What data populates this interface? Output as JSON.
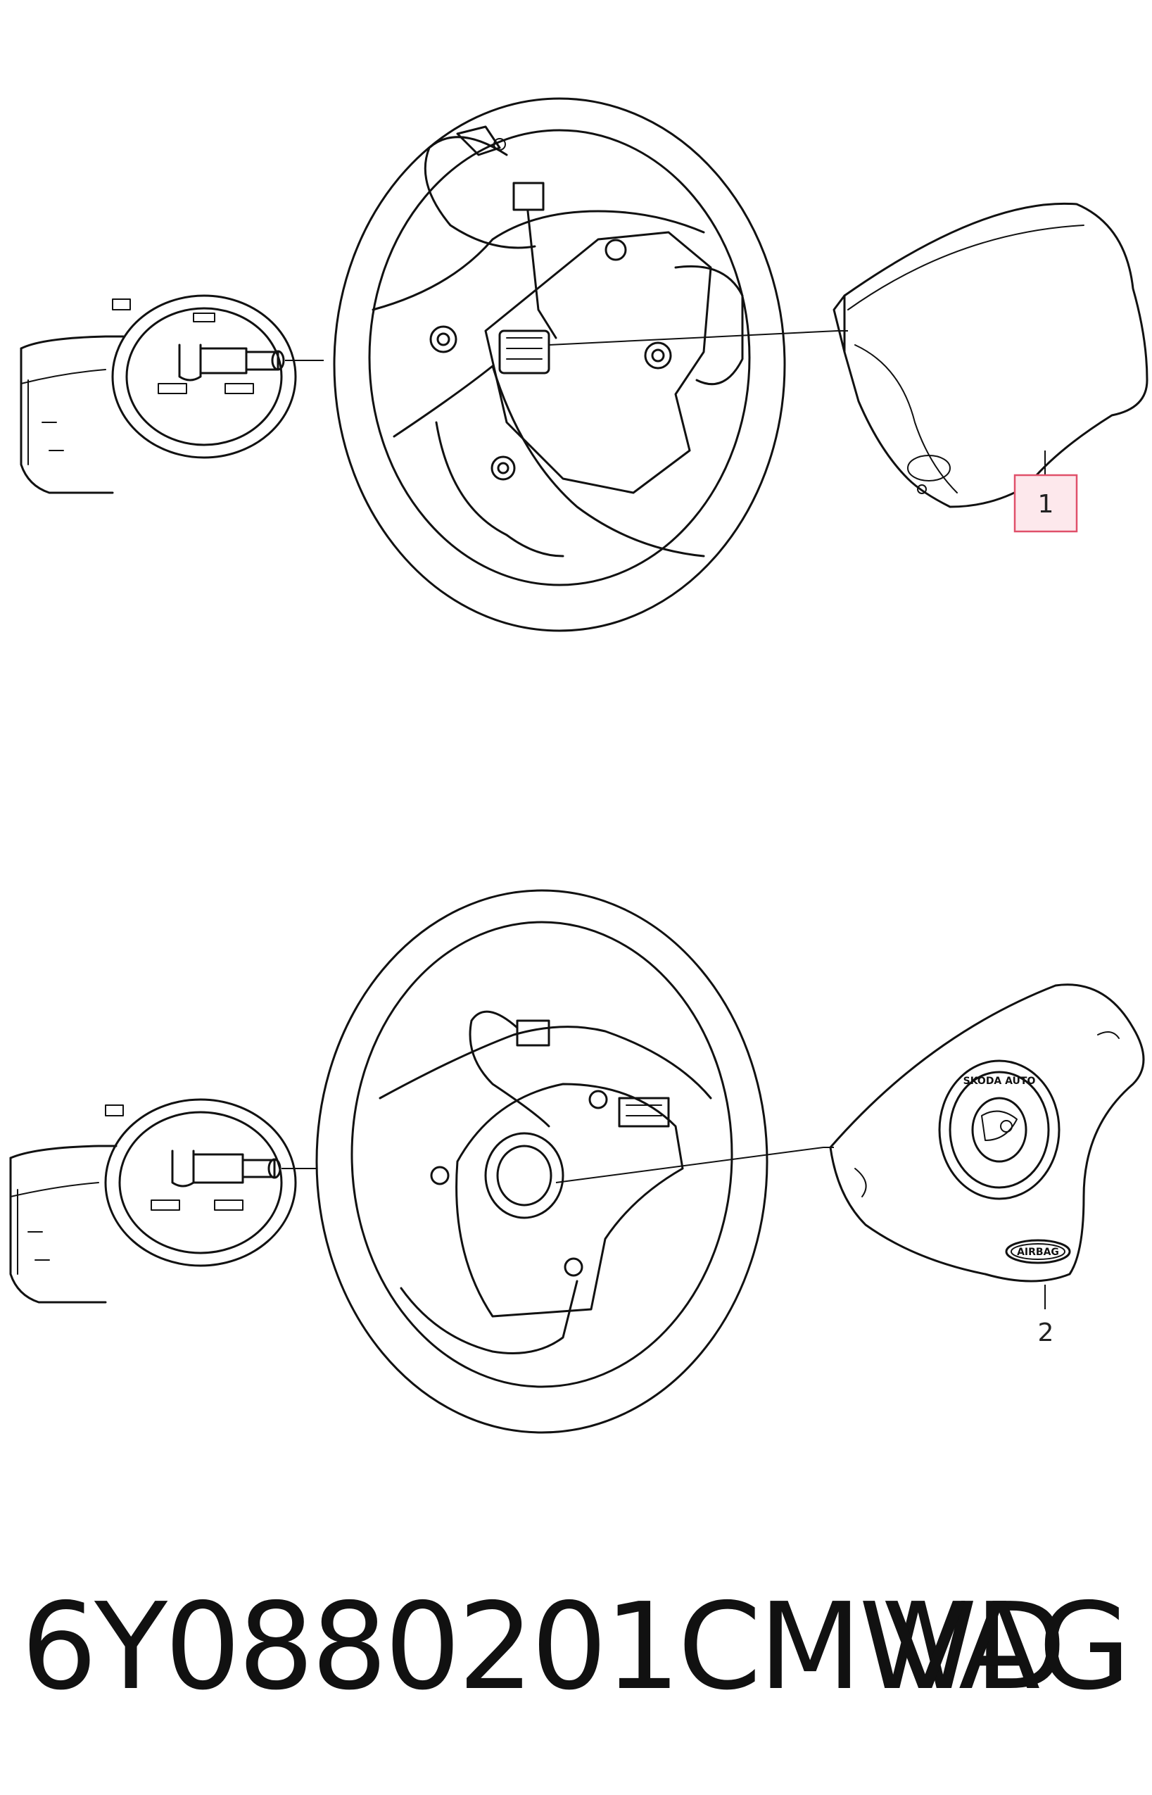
{
  "callouts": [
    {
      "id": "1",
      "label": "1",
      "highlight_color": "#e0506a"
    },
    {
      "id": "2",
      "label": "2"
    }
  ],
  "airbag_label": "AIRBAG",
  "emblem_text": "SKODA AUTO",
  "footer": {
    "part_number": "6Y0880201CMWD",
    "brand": "VAG"
  }
}
